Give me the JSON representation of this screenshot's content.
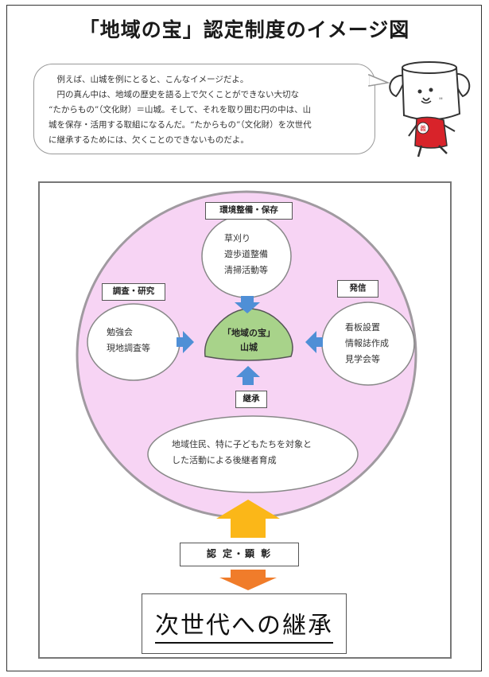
{
  "title": "「地域の宝」認定制度のイメージ図",
  "speech": {
    "line1": "例えば、山城を例にとると、こんなイメージだよ。",
    "line2": "円の真ん中は、地域の歴史を語る上で欠くことができない大切な",
    "line3": "“たからもの”（文化財）＝山城。そして、それを取り囲む円の中は、山",
    "line4": "城を保存・活用する取組になるんだ。“たからもの”（文化財）を次世代",
    "line5": "に継承するためには、欠くことのできないものだよ。"
  },
  "mascot": {
    "badge": "義"
  },
  "diagram": {
    "center": {
      "line1": "「地域の宝」",
      "line2": "山城"
    },
    "top": {
      "label": "環境整備・保存",
      "items": [
        "草刈り",
        "遊歩道整備",
        "清掃活動等"
      ]
    },
    "left": {
      "label": "調査・研究",
      "items": [
        "勉強会",
        "現地調査等"
      ]
    },
    "right": {
      "label": "発信",
      "items": [
        "看板設置",
        "情報誌作成",
        "見学会等"
      ]
    },
    "bottom": {
      "label": "継承",
      "line1": "地域住民、特に子どもたちを対象と",
      "line2": "した活動による後継者育成"
    },
    "certification": "認 定・顕 彰",
    "final": "次世代への継承"
  },
  "colors": {
    "circle_fill": "#f7d4f4",
    "circle_stroke": "#a09aa0",
    "center_fill": "#a8d38a",
    "arrow_blue": "#4f8fd6",
    "arrow_yellow": "#fbb718",
    "arrow_orange": "#f07c2a"
  }
}
